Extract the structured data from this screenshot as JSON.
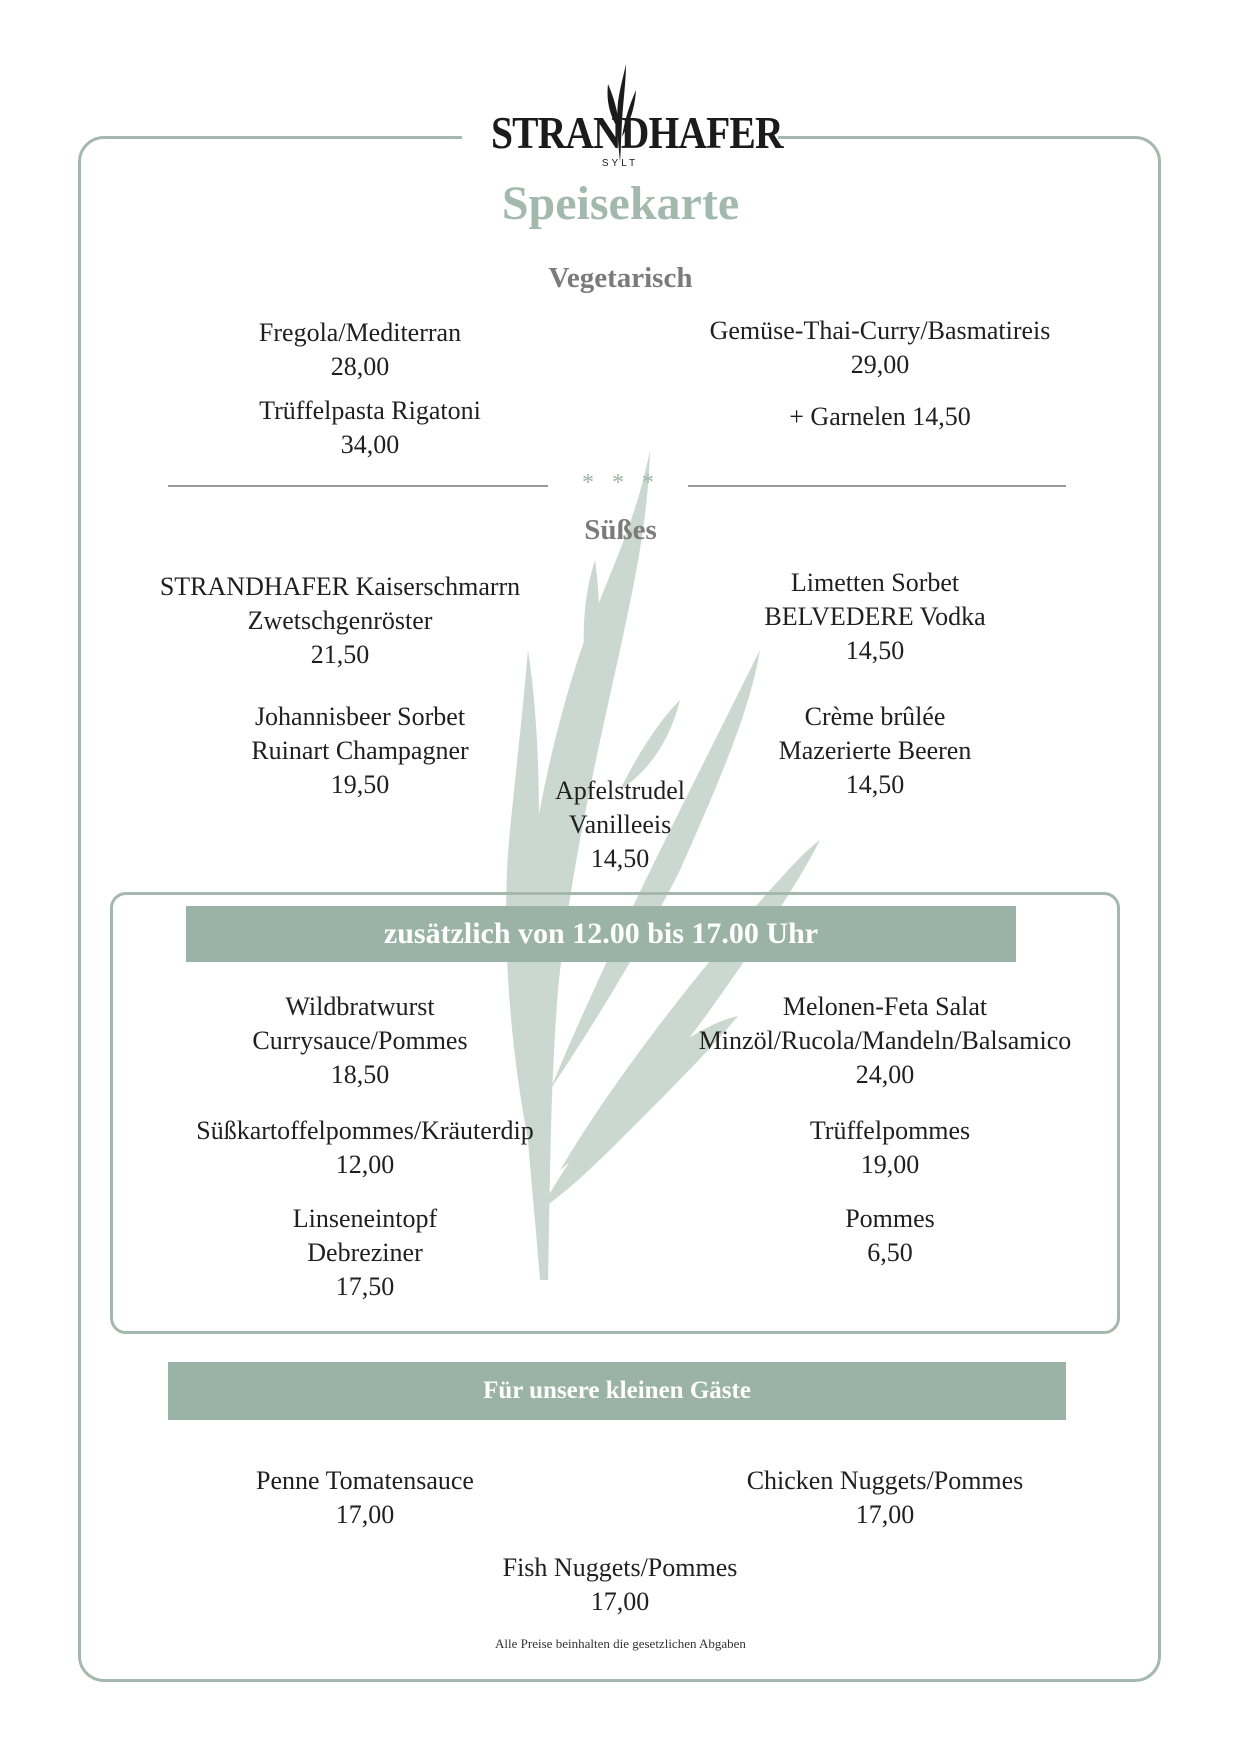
{
  "logo": {
    "name": "STRANDHAFER",
    "sub": "SYLT"
  },
  "title": "Speisekarte",
  "vegetarisch": {
    "heading": "Vegetarisch",
    "items": [
      {
        "name": "Fregola/Mediterran",
        "price": "28,00"
      },
      {
        "name": "Gemüse-Thai-Curry/Basmatireis",
        "price": "29,00"
      },
      {
        "name": "Trüffelpasta Rigatoni",
        "price": "34,00"
      },
      {
        "name": "+ Garnelen 14,50"
      }
    ]
  },
  "divider": {
    "stars": "* * *"
  },
  "suesses": {
    "heading": "Süßes",
    "items": [
      {
        "name": "STRANDHAFER Kaiserschmarrn",
        "detail": "Zwetschgenröster",
        "price": "21,50"
      },
      {
        "name": "Limetten Sorbet",
        "detail": "BELVEDERE Vodka",
        "price": "14,50"
      },
      {
        "name": "Johannisbeer Sorbet",
        "detail": "Ruinart Champagner",
        "price": "19,50"
      },
      {
        "name": "Crème brûlée",
        "detail": "Mazerierte Beeren",
        "price": "14,50"
      },
      {
        "name": "Apfelstrudel",
        "detail": "Vanilleeis",
        "price": "14,50"
      }
    ]
  },
  "zusatz": {
    "heading": "zusätzlich von 12.00 bis 17.00 Uhr",
    "items": [
      {
        "name": "Wildbratwurst",
        "detail": "Currysauce/Pommes",
        "price": "18,50"
      },
      {
        "name": "Melonen-Feta Salat",
        "detail": "Minzöl/Rucola/Mandeln/Balsamico",
        "price": "24,00"
      },
      {
        "name": "Süßkartoffelpommes/Kräuterdip",
        "price": "12,00"
      },
      {
        "name": "Trüffelpommes",
        "price": "19,00"
      },
      {
        "name": "Linseneintopf",
        "detail": "Debreziner",
        "price": "17,50"
      },
      {
        "name": "Pommes",
        "price": "6,50"
      }
    ]
  },
  "kinder": {
    "heading": "Für unsere kleinen Gäste",
    "items": [
      {
        "name": "Penne Tomatensauce",
        "price": "17,00"
      },
      {
        "name": "Chicken Nuggets/Pommes",
        "price": "17,00"
      },
      {
        "name": "Fish Nuggets/Pommes",
        "price": "17,00"
      }
    ]
  },
  "footer": "Alle Preise beinhalten die gesetzlichen Abgaben",
  "colors": {
    "accent": "#a3b9ae",
    "band": "#9bb3a7",
    "heading": "#7b7b7b"
  }
}
